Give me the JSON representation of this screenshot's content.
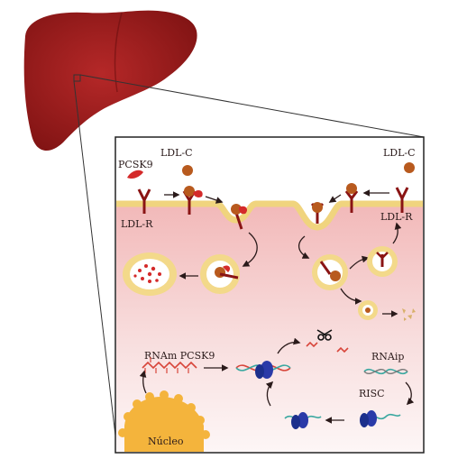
{
  "labels": {
    "pcsk9": "PCSK9",
    "ldlc_left": "LDL-C",
    "ldlc_right": "LDL-C",
    "ldlr_left": "LDL-R",
    "ldlr_right": "LDL-R",
    "rnam": "RNAm PCSK9",
    "rnaip": "RNAip",
    "risc": "RISC",
    "nucleo": "Núcleo"
  },
  "colors": {
    "liver": "#9b1c1c",
    "receptor": "#8a1414",
    "ldl_particle": "#b85a1e",
    "pcsk9": "#d42a2a",
    "membrane": "#f3d98a",
    "cytoplasm_top": "#f6c8c8",
    "cytoplasm_bottom": "#fbf0f0",
    "nucleus": "#f4b43c",
    "risc": "#1c2f8c",
    "rna_red": "#d8453a",
    "rna_teal": "#3aa8a0"
  },
  "icons": [
    "liver-icon",
    "scissors-icon",
    "nucleus-icon",
    "risc-complex-icon"
  ]
}
